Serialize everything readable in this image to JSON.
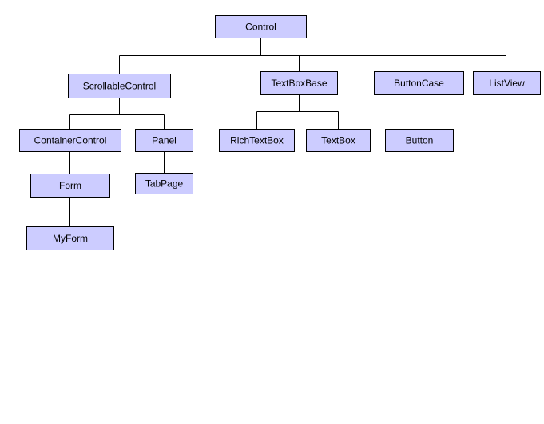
{
  "diagram": {
    "colors": {
      "node_fill": "#ccccff",
      "node_border": "#000000",
      "line": "#000000",
      "background": "#ffffff"
    },
    "nodes": {
      "control": "Control",
      "scrollable_control": "ScrollableControl",
      "textbox_base": "TextBoxBase",
      "button_case": "ButtonCase",
      "list_view": "ListView",
      "container_control": "ContainerControl",
      "panel": "Panel",
      "rich_textbox": "RichTextBox",
      "textbox": "TextBox",
      "button": "Button",
      "form": "Form",
      "tab_page": "TabPage",
      "my_form": "MyForm"
    },
    "edges": [
      [
        "control",
        "scrollable_control"
      ],
      [
        "control",
        "textbox_base"
      ],
      [
        "control",
        "button_case"
      ],
      [
        "control",
        "list_view"
      ],
      [
        "scrollable_control",
        "container_control"
      ],
      [
        "scrollable_control",
        "panel"
      ],
      [
        "textbox_base",
        "rich_textbox"
      ],
      [
        "textbox_base",
        "textbox"
      ],
      [
        "button_case",
        "button"
      ],
      [
        "container_control",
        "form"
      ],
      [
        "panel",
        "tab_page"
      ],
      [
        "form",
        "my_form"
      ]
    ]
  }
}
